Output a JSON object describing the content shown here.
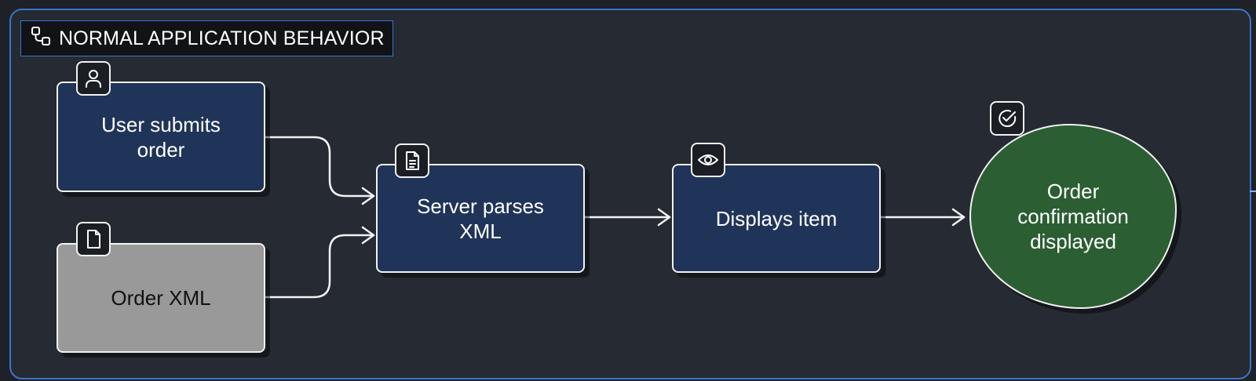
{
  "group": {
    "title": "NORMAL APPLICATION BEHAVIOR",
    "icon": "flow-diagram-icon"
  },
  "nodes": {
    "user_submits": {
      "label": "User submits\norder",
      "icon": "user-icon"
    },
    "order_xml": {
      "label": "Order XML",
      "icon": "document-icon"
    },
    "server_parses": {
      "label": "Server parses\nXML",
      "icon": "text-document-icon"
    },
    "displays_item": {
      "label": "Displays item",
      "icon": "eye-icon"
    },
    "confirmation": {
      "label": "Order\nconfirmation\ndisplayed",
      "icon": "check-circle-icon"
    }
  },
  "edges": [
    {
      "from": "user_submits",
      "to": "server_parses"
    },
    {
      "from": "order_xml",
      "to": "server_parses"
    },
    {
      "from": "server_parses",
      "to": "displays_item"
    },
    {
      "from": "displays_item",
      "to": "confirmation"
    }
  ],
  "colors": {
    "background": "#252a33",
    "border_accent": "#3b74c9",
    "node_blue": "#203459",
    "node_gray": "#999999",
    "node_green": "#2b5e33"
  }
}
